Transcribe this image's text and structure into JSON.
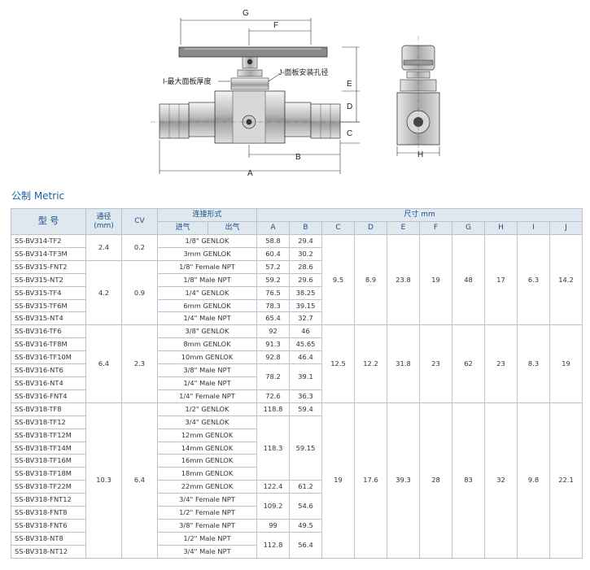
{
  "drawing": {
    "labels": {
      "G": "G",
      "F": "F",
      "E": "E",
      "D": "D",
      "C": "C",
      "B": "B",
      "A": "A",
      "H": "H",
      "I": "I-最大面板厚度",
      "J": "J-面板安装孔径"
    }
  },
  "section_title": "公制  Metric",
  "table": {
    "header": {
      "model": "型  号",
      "bore": "通径\n(mm)",
      "cv": "CV",
      "connection": "连接形式",
      "inlet": "进气",
      "outlet": "出气",
      "dimensions": "尺寸  mm",
      "dim_cols": [
        "A",
        "B",
        "C",
        "D",
        "E",
        "F",
        "G",
        "H",
        "I",
        "J"
      ]
    },
    "groups": [
      {
        "bore": "2.4",
        "cv": "0.2",
        "rows": [
          {
            "model": "SS-BV314-TF2",
            "conn": "1/8\" GENLOK",
            "A": "58.8",
            "B": "29.4"
          },
          {
            "model": "SS-BV314-TF3M",
            "conn": "3mm GENLOK",
            "A": "60.4",
            "B": "30.2"
          }
        ]
      },
      {
        "bore": "4.2",
        "cv": "0.9",
        "rows": [
          {
            "model": "SS-BV315-FNT2",
            "conn": "1/8\" Female NPT",
            "A": "57.2",
            "B": "28.6"
          },
          {
            "model": "SS-BV315-NT2",
            "conn": "1/8\" Male NPT",
            "A": "59.2",
            "B": "29.6"
          },
          {
            "model": "SS-BV315-TF4",
            "conn": "1/4\" GENLOK",
            "A": "76.5",
            "B": "38.25"
          },
          {
            "model": "SS-BV315-TF6M",
            "conn": "6mm GENLOK",
            "A": "78.3",
            "B": "39.15"
          },
          {
            "model": "SS-BV315-NT4",
            "conn": "1/4\" Male NPT",
            "A": "65.4",
            "B": "32.7"
          }
        ]
      },
      {
        "bore": "6.4",
        "cv": "2.3",
        "rows": [
          {
            "model": "SS-BV316-TF6",
            "conn": "3/8\" GENLOK",
            "A": "92",
            "B": "46"
          },
          {
            "model": "SS-BV316-TF8M",
            "conn": "8mm GENLOK",
            "A": "91.3",
            "B": "45.65"
          },
          {
            "model": "SS-BV316-TF10M",
            "conn": "10mm GENLOK",
            "A": "92.8",
            "B": "46.4"
          },
          {
            "model": "SS-BV316-NT6",
            "conn": "3/8\" Male NPT",
            "A": "78.2",
            "B": "39.1"
          },
          {
            "model": "SS-BV316-NT4",
            "conn": "1/4\" Male NPT",
            "A": "",
            "B": ""
          },
          {
            "model": "SS-BV316-FNT4",
            "conn": "1/4\" Female NPT",
            "A": "72.6",
            "B": "36.3"
          }
        ]
      },
      {
        "bore": "10.3",
        "cv": "6.4",
        "rows": [
          {
            "model": "SS-BV318-TF8",
            "conn": "1/2\" GENLOK",
            "A": "118.8",
            "B": "59.4"
          },
          {
            "model": "SS-BV318-TF12",
            "conn": "3/4\" GENLOK",
            "A": "118.3",
            "B": "59.15"
          },
          {
            "model": "SS-BV318-TF12M",
            "conn": "12mm GENLOK",
            "A": "",
            "B": ""
          },
          {
            "model": "SS-BV318-TF14M",
            "conn": "14mm GENLOK",
            "A": "",
            "B": ""
          },
          {
            "model": "SS-BV318-TF16M",
            "conn": "16mm GENLOK",
            "A": "",
            "B": ""
          },
          {
            "model": "SS-BV318-TF18M",
            "conn": "18mm GENLOK",
            "A": "",
            "B": ""
          },
          {
            "model": "SS-BV318-TF22M",
            "conn": "22mm GENLOK",
            "A": "122.4",
            "B": "61.2"
          },
          {
            "model": "SS-BV318-FNT12",
            "conn": "3/4\" Female NPT",
            "A": "109.2",
            "B": "54.6"
          },
          {
            "model": "SS-BV318-FNT8",
            "conn": "1/2\" Female NPT",
            "A": "",
            "B": ""
          },
          {
            "model": "SS-BV318-FNT6",
            "conn": "3/8\" Female NPT",
            "A": "99",
            "B": "49.5"
          },
          {
            "model": "SS-BV318-NT8",
            "conn": "1/2\" Male NPT",
            "A": "112.8",
            "B": "56.4"
          },
          {
            "model": "SS-BV318-NT12",
            "conn": "3/4\" Male NPT",
            "A": "",
            "B": ""
          }
        ]
      }
    ],
    "shared_dims": [
      {
        "C": "9.5",
        "D": "8.9",
        "E": "23.8",
        "F": "19",
        "G": "48",
        "H": "17",
        "I": "6.3",
        "J": "14.2"
      },
      {
        "C": "12.5",
        "D": "12.2",
        "E": "31.8",
        "F": "23",
        "G": "62",
        "H": "23",
        "I": "8.3",
        "J": "19"
      },
      {
        "C": "19",
        "D": "17.6",
        "E": "39.3",
        "F": "28",
        "G": "83",
        "H": "32",
        "I": "9.8",
        "J": "22.1"
      }
    ]
  }
}
